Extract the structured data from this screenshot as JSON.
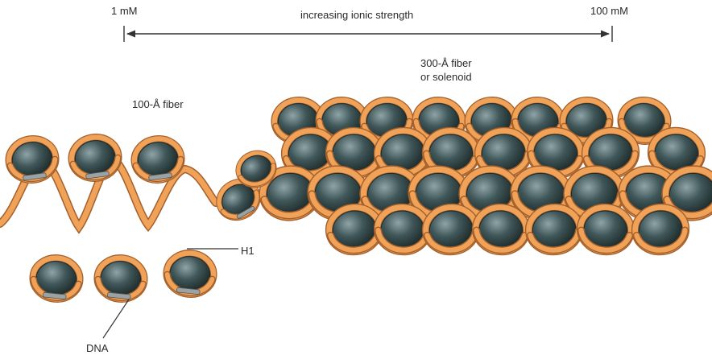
{
  "ionic_scale": {
    "low_label": "1 mM",
    "high_label": "100 mM",
    "caption": "increasing ionic strength"
  },
  "fiber_100": {
    "label": "100-Å fiber"
  },
  "fiber_300": {
    "label_line1": "300-Å fiber",
    "label_line2": "or solenoid"
  },
  "labels": {
    "h1": "H1",
    "dna": "DNA"
  },
  "colors": {
    "dna": "#f0a258",
    "dna_edge": "#a4602c",
    "nucleosome": "#3f5658",
    "nucleosome_dark": "#1d2a2c",
    "histone_h1": "#9aa2a4",
    "text": "#2a2a2a"
  }
}
